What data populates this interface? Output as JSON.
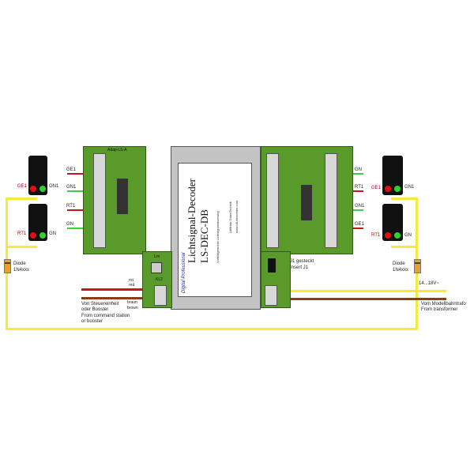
{
  "decoder": {
    "title": "Lichtsignal-Decoder",
    "model": "LS-DEC-DB",
    "brand": "Digital Professional",
    "small_text": "Vorbildgerechte Lichtsignalsteuerung",
    "maker": "Littfinski DatenTechnik",
    "web": "www.ldt-infocenter.com",
    "left_board": "Adap-LS-A",
    "switch": "Lrn",
    "connector": "KL2"
  },
  "left_signals": {
    "top": {
      "left": "GE1",
      "right": "GN1"
    },
    "bottom": {
      "left": "RT1",
      "right": "GN"
    }
  },
  "left_wires": [
    "GE1",
    "GN1",
    "RT1",
    "GN"
  ],
  "right_signals": {
    "top": {
      "left": "GE1",
      "right": "GN1"
    },
    "bottom": {
      "left": "RT1",
      "right": "GN"
    }
  },
  "right_wires": [
    "GN",
    "RT1",
    "GN1",
    "GE1"
  ],
  "diode_left": {
    "label": "Diode",
    "part": "1N4xxx"
  },
  "diode_right": {
    "label": "Diode",
    "part": "1N4xxx"
  },
  "input_left": {
    "red_de": "rot",
    "red_en": "red",
    "brown_de": "braun",
    "brown_en": "brown",
    "from_de_1": "Von Steuereinheit",
    "from_de_2": "oder Booster",
    "from_en_1": "From command station",
    "from_en_2": "or booster"
  },
  "jumper": {
    "de": "J1 gesteckt",
    "en": "Insert J1"
  },
  "power": {
    "voltage": "14...18V~",
    "from_de": "Vom Modellbahntrafo",
    "from_en": "From transformer"
  },
  "colors": {
    "yellow": "#f5ea3a",
    "red": "#c8161d",
    "brown": "#8b3e12",
    "green": "#3fce3f",
    "board": "#5a9a2a"
  }
}
